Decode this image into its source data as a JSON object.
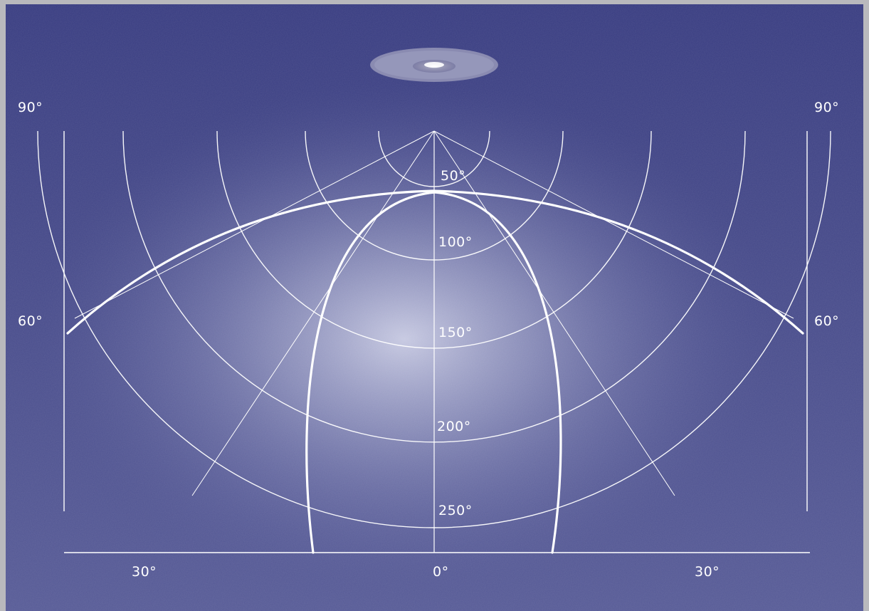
{
  "chart_data": {
    "type": "polar",
    "radial_labels": [
      "50°",
      "100°",
      "150°",
      "200°",
      "250°"
    ],
    "angle_labels": {
      "top_left": "90°",
      "top_right": "90°",
      "mid_left": "60°",
      "mid_right": "60°",
      "bottom_left": "30°",
      "bottom_center": "0°",
      "bottom_right": "30°"
    },
    "curves": [
      {
        "shape": "wide"
      },
      {
        "shape": "narrow"
      }
    ]
  },
  "colors": {
    "background_top": "#3b3f86",
    "background_bottom": "#5a5f9a",
    "glow": "#d9dbee",
    "lines": "#ffffff",
    "frame": "#b9b9bd"
  },
  "icons": {
    "fixture": "recessed-downlight-icon"
  }
}
